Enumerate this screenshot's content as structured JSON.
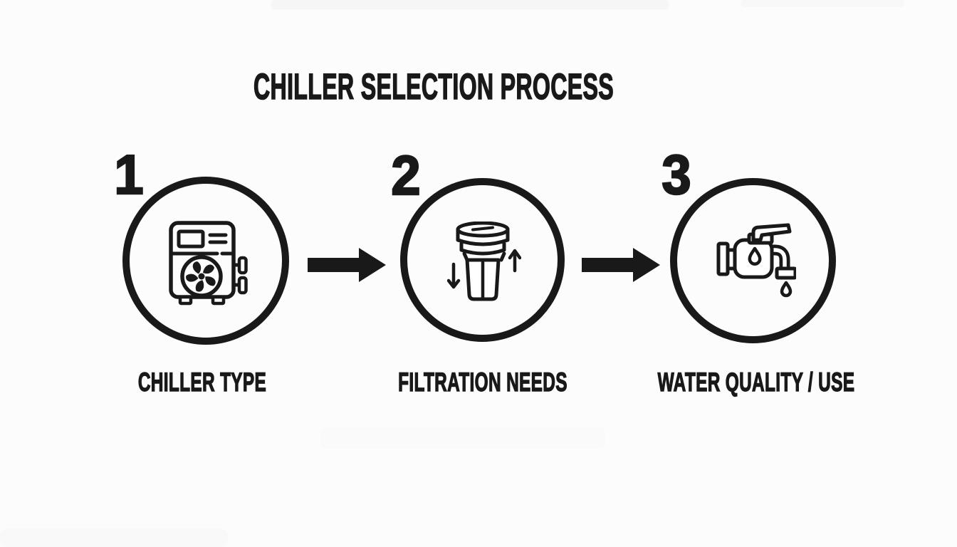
{
  "theme": {
    "ink": "#191919",
    "background": "#fcfcfc"
  },
  "title": "CHILLER SELECTION PROCESS",
  "steps": [
    {
      "number": "1",
      "label": "CHILLER TYPE",
      "icon": "chiller-unit-icon"
    },
    {
      "number": "2",
      "label": "FILTRATION NEEDS",
      "icon": "filter-cartridge-icon"
    },
    {
      "number": "3",
      "label": "WATER QUALITY / USE",
      "icon": "faucet-drip-icon"
    }
  ],
  "arrows": [
    {
      "icon": "arrow-right-icon"
    },
    {
      "icon": "arrow-right-icon"
    }
  ]
}
